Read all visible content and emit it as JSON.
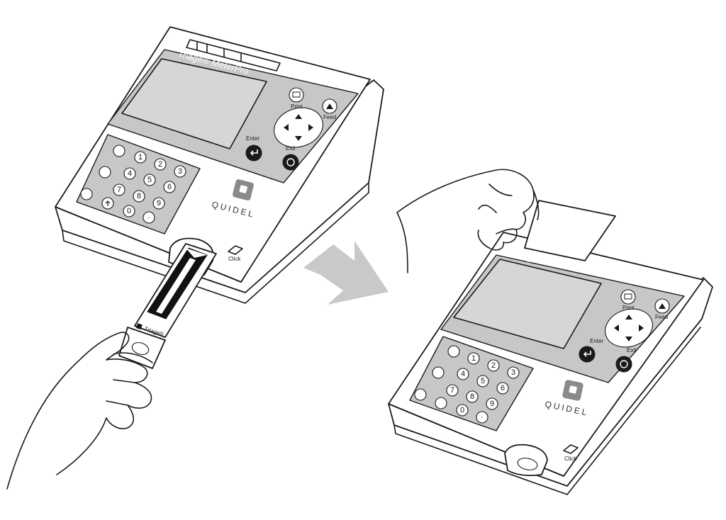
{
  "brand_label": "Triage® MeterPro",
  "manufacturer": "QUIDEL",
  "print_label": "Print",
  "feed_label": "Feed",
  "enter_label": "Enter",
  "exit_label": "Exit",
  "click_label": "Click",
  "cassette_label": "Triage®",
  "keypad": {
    "digits": [
      "1",
      "2",
      "3",
      "4",
      "5",
      "6",
      "7",
      "8",
      "9",
      "0",
      "."
    ]
  }
}
